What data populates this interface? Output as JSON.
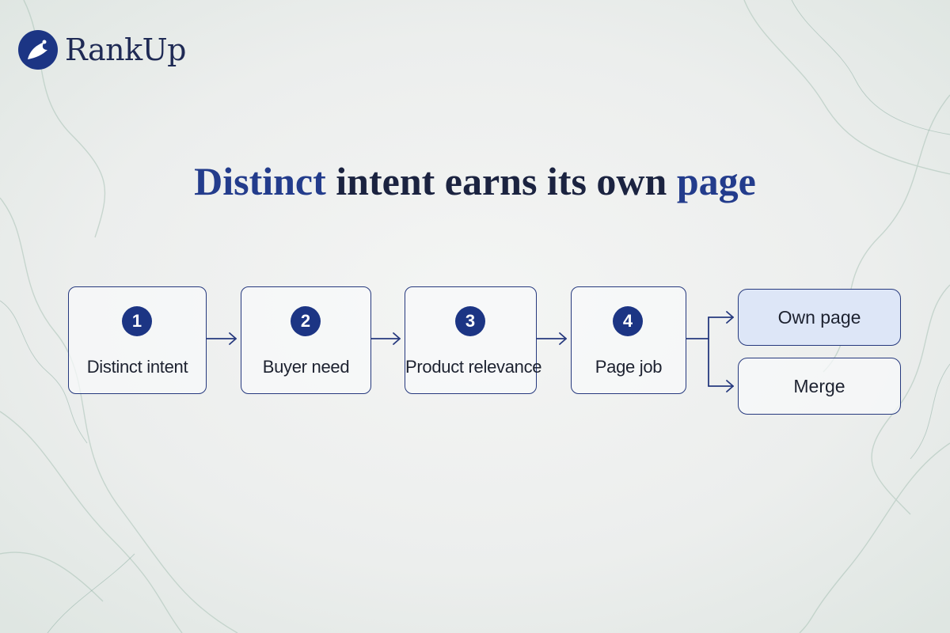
{
  "brand": {
    "name": "RankUp"
  },
  "headline": {
    "accent_start": "Distinct",
    "middle": " intent earns its own ",
    "accent_end": "page"
  },
  "steps": [
    {
      "number": "1",
      "label": "Distinct intent"
    },
    {
      "number": "2",
      "label": "Buyer need"
    },
    {
      "number": "3",
      "label": "Product relevance"
    },
    {
      "number": "4",
      "label": "Page job"
    }
  ],
  "outcomes": [
    {
      "label": "Own page"
    },
    {
      "label": "Merge"
    }
  ],
  "colors": {
    "accent": "#233c8c",
    "badge": "#1c3584",
    "text": "#1b2340",
    "highlight": "#dde6f7"
  }
}
